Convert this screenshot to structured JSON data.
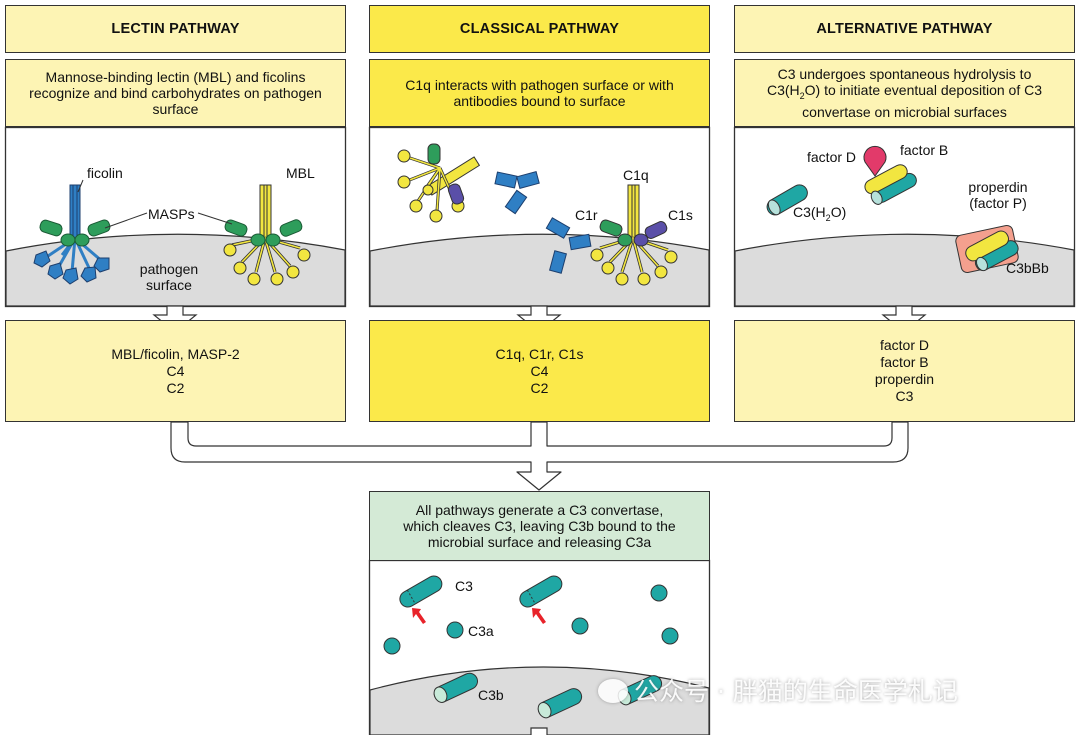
{
  "pathways": [
    {
      "title": "LECTIN PATHWAY",
      "description": "Mannose-binding lectin (MBL) and ficolins recognize and bind carbohydrates on pathogen surface",
      "components": [
        "MBL/ficolin, MASP-2",
        "C4",
        "C2"
      ],
      "labels": {
        "ficolin": "ficolin",
        "mbl": "MBL",
        "masps": "MASPs",
        "pathogen": "pathogen",
        "surface": "surface"
      }
    },
    {
      "title": "CLASSICAL PATHWAY",
      "description": "C1q interacts with pathogen surface or with antibodies bound to surface",
      "components": [
        "C1q, C1r, C1s",
        "C4",
        "C2"
      ],
      "labels": {
        "c1q": "C1q",
        "c1r": "C1r",
        "c1s": "C1s"
      }
    },
    {
      "title": "ALTERNATIVE PATHWAY",
      "description_parts": [
        "C3 undergoes spontaneous hydrolysis to",
        "C3(H",
        "2",
        "O) to initiate eventual deposition of",
        "C3 convertase on microbial surfaces"
      ],
      "components": [
        "factor D",
        "factor B",
        "properdin",
        "C3"
      ],
      "labels": {
        "factor_d": "factor D",
        "factor_b": "factor B",
        "c3h2o_a": "C3(H",
        "c3h2o_sub": "2",
        "c3h2o_b": "O)",
        "properdin": "properdin",
        "factor_p": "(factor P)",
        "c3bbb": "C3bBb"
      }
    }
  ],
  "common": {
    "description": "All pathways generate a C3 convertase, which cleaves C3, leaving C3b bound to the microbial surface and releasing C3a",
    "labels": {
      "c3": "C3",
      "c3a": "C3a",
      "c3b": "C3b"
    }
  },
  "watermark": "公众号 · 胖猫的生命医学札记",
  "colors": {
    "light_yellow": "#fdf4b4",
    "dark_yellow": "#fbe94a",
    "green_box": "#d4ead6",
    "surface_gray": "#dcdcdc",
    "teal": "#1fa7a4",
    "blue": "#2f7fc4",
    "green": "#2e9d5b",
    "yellow": "#f2e640",
    "purple": "#5a4fa8",
    "pink": "#e23a6a",
    "salmon": "#f4a08e",
    "red_arrow": "#e8232a"
  }
}
